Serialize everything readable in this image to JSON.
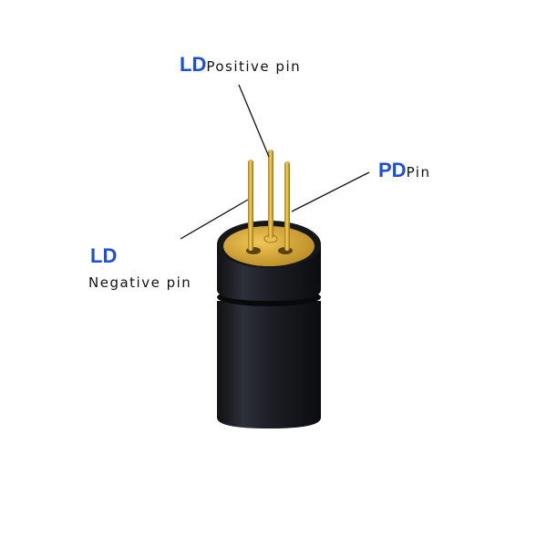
{
  "labels": {
    "ld_positive": {
      "prefix": "LD",
      "text": "Positive pin"
    },
    "pd": {
      "prefix": "PD",
      "text": "Pin"
    },
    "ld_negative": {
      "prefix": "LD",
      "text": "Negative pin"
    }
  },
  "colors": {
    "label_accent": "#1a4fd6",
    "gold": "#d4a62a",
    "body": "#1c1f24"
  }
}
